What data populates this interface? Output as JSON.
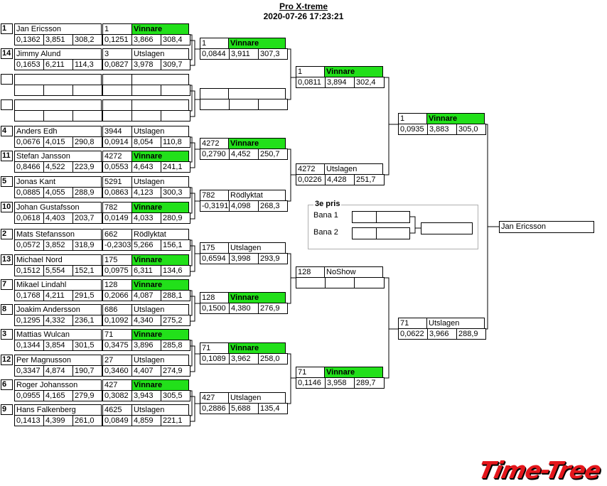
{
  "title": "Pro X-treme",
  "datetime": "2020-07-26 17:23:21",
  "round1": [
    {
      "seed": "1",
      "name": "Jan Ericsson",
      "rt": "0,1362",
      "et": "3,851",
      "speed": "308,2"
    },
    {
      "seed": "14",
      "name": "Jimmy Alund",
      "rt": "0,1653",
      "et": "6,211",
      "speed": "114,3"
    },
    {
      "seed": "",
      "name": "",
      "rt": "",
      "et": "",
      "speed": ""
    },
    {
      "seed": "",
      "name": "",
      "rt": "",
      "et": "",
      "speed": ""
    },
    {
      "seed": "4",
      "name": "Anders Edh",
      "rt": "0,0676",
      "et": "4,015",
      "speed": "290,8"
    },
    {
      "seed": "11",
      "name": "Stefan Jansson",
      "rt": "0,8466",
      "et": "4,522",
      "speed": "223,9"
    },
    {
      "seed": "5",
      "name": "Jonas Kant",
      "rt": "0,0885",
      "et": "4,055",
      "speed": "288,9"
    },
    {
      "seed": "10",
      "name": "Johan Gustafsson",
      "rt": "0,0618",
      "et": "4,403",
      "speed": "203,7"
    },
    {
      "seed": "2",
      "name": "Mats Stefansson",
      "rt": "0,0572",
      "et": "3,852",
      "speed": "318,9"
    },
    {
      "seed": "13",
      "name": "Michael Nord",
      "rt": "0,1512",
      "et": "5,554",
      "speed": "152,1"
    },
    {
      "seed": "7",
      "name": "Mikael Lindahl",
      "rt": "0,1768",
      "et": "4,211",
      "speed": "291,5"
    },
    {
      "seed": "8",
      "name": "Joakim Andersson",
      "rt": "0,1295",
      "et": "4,332",
      "speed": "236,1"
    },
    {
      "seed": "3",
      "name": "Mattias Wulcan",
      "rt": "0,1344",
      "et": "3,854",
      "speed": "301,5"
    },
    {
      "seed": "12",
      "name": "Per Magnusson",
      "rt": "0,3347",
      "et": "4,874",
      "speed": "190,7"
    },
    {
      "seed": "6",
      "name": "Roger Johansson",
      "rt": "0,0955",
      "et": "4,165",
      "speed": "279,9"
    },
    {
      "seed": "9",
      "name": "Hans Falkenberg",
      "rt": "0,1413",
      "et": "4,399",
      "speed": "261,0"
    }
  ],
  "round2": [
    {
      "num": "1",
      "status": "Vinnare",
      "win": true,
      "rt": "0,1251",
      "et": "3,866",
      "speed": "308,4"
    },
    {
      "num": "3",
      "status": "Utslagen",
      "win": false,
      "rt": "0,0827",
      "et": "3,978",
      "speed": "309,7"
    },
    {
      "num": "",
      "status": "",
      "win": false,
      "rt": "",
      "et": "",
      "speed": ""
    },
    {
      "num": "",
      "status": "",
      "win": false,
      "rt": "",
      "et": "",
      "speed": ""
    },
    {
      "num": "3944",
      "status": "Utslagen",
      "win": false,
      "rt": "0,0914",
      "et": "8,054",
      "speed": "110,8"
    },
    {
      "num": "4272",
      "status": "Vinnare",
      "win": true,
      "rt": "0,0553",
      "et": "4,643",
      "speed": "241,1"
    },
    {
      "num": "5291",
      "status": "Utslagen",
      "win": false,
      "rt": "0,0863",
      "et": "4,123",
      "speed": "300,3"
    },
    {
      "num": "782",
      "status": "Vinnare",
      "win": true,
      "rt": "0,0149",
      "et": "4,033",
      "speed": "280,9"
    },
    {
      "num": "662",
      "status": "Rödlyktat",
      "win": false,
      "rt": "-0,2303",
      "et": "5,266",
      "speed": "156,1"
    },
    {
      "num": "175",
      "status": "Vinnare",
      "win": true,
      "rt": "0,0975",
      "et": "6,311",
      "speed": "134,6"
    },
    {
      "num": "128",
      "status": "Vinnare",
      "win": true,
      "rt": "0,2066",
      "et": "4,087",
      "speed": "288,1"
    },
    {
      "num": "686",
      "status": "Utslagen",
      "win": false,
      "rt": "0,1092",
      "et": "4,340",
      "speed": "275,2"
    },
    {
      "num": "71",
      "status": "Vinnare",
      "win": true,
      "rt": "0,3475",
      "et": "3,896",
      "speed": "285,8"
    },
    {
      "num": "27",
      "status": "Utslagen",
      "win": false,
      "rt": "0,3460",
      "et": "4,407",
      "speed": "274,9"
    },
    {
      "num": "427",
      "status": "Vinnare",
      "win": true,
      "rt": "0,3082",
      "et": "3,943",
      "speed": "305,5"
    },
    {
      "num": "4625",
      "status": "Utslagen",
      "win": false,
      "rt": "0,0849",
      "et": "4,859",
      "speed": "221,1"
    }
  ],
  "round3": [
    {
      "num": "1",
      "status": "Vinnare",
      "win": true,
      "rt": "0,0844",
      "et": "3,911",
      "speed": "307,3"
    },
    {
      "num": "",
      "status": "",
      "win": false,
      "rt": "",
      "et": "",
      "speed": ""
    },
    {
      "num": "4272",
      "status": "Vinnare",
      "win": true,
      "rt": "0,2790",
      "et": "4,452",
      "speed": "250,7"
    },
    {
      "num": "782",
      "status": "Rödlyktat",
      "win": false,
      "rt": "-0,3191",
      "et": "4,098",
      "speed": "268,3"
    },
    {
      "num": "175",
      "status": "Utslagen",
      "win": false,
      "rt": "0,6594",
      "et": "3,998",
      "speed": "293,9"
    },
    {
      "num": "128",
      "status": "Vinnare",
      "win": true,
      "rt": "0,1500",
      "et": "4,380",
      "speed": "276,9"
    },
    {
      "num": "71",
      "status": "Vinnare",
      "win": true,
      "rt": "0,1089",
      "et": "3,962",
      "speed": "258,0"
    },
    {
      "num": "427",
      "status": "Utslagen",
      "win": false,
      "rt": "0,2886",
      "et": "5,688",
      "speed": "135,4"
    }
  ],
  "round4": [
    {
      "num": "1",
      "status": "Vinnare",
      "win": true,
      "rt": "0,0811",
      "et": "3,894",
      "speed": "302,4"
    },
    {
      "num": "4272",
      "status": "Utslagen",
      "win": false,
      "rt": "0,0226",
      "et": "4,428",
      "speed": "251,7"
    },
    {
      "num": "128",
      "status": "NoShow",
      "win": false,
      "rt": "",
      "et": "",
      "speed": ""
    },
    {
      "num": "71",
      "status": "Vinnare",
      "win": true,
      "rt": "0,1146",
      "et": "3,958",
      "speed": "289,7"
    }
  ],
  "round5": [
    {
      "num": "1",
      "status": "Vinnare",
      "win": true,
      "rt": "0,0935",
      "et": "3,883",
      "speed": "305,0"
    },
    {
      "num": "71",
      "status": "Utslagen",
      "win": false,
      "rt": "0,0622",
      "et": "3,966",
      "speed": "288,9"
    }
  ],
  "winner": "Jan Ericsson",
  "third_prize": {
    "title": "3e pris",
    "lane1": "Bana 1",
    "lane2": "Bana 2"
  },
  "logo": "Time-Tree",
  "colors": {
    "win": "#22e01a",
    "logo": "#e4161b"
  }
}
